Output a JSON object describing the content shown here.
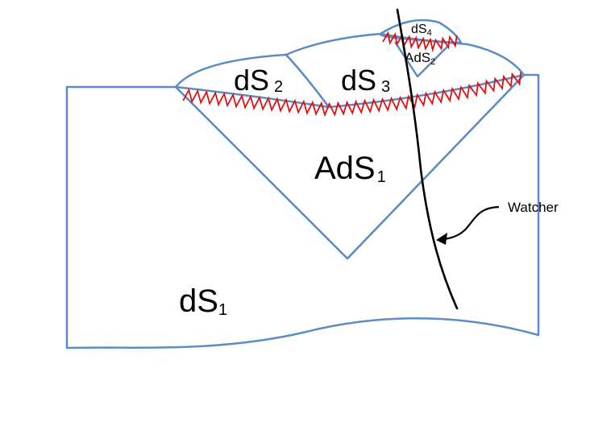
{
  "regions": {
    "ds1": {
      "base": "dS",
      "subscript": "1"
    },
    "ads1": {
      "base": "AdS",
      "subscript": "1"
    },
    "ds2": {
      "base": "dS",
      "subscript": "2"
    },
    "ds3": {
      "base": "dS",
      "subscript": "3"
    },
    "ds4": {
      "base": "dS",
      "subscript": "4"
    },
    "ads2": {
      "base": "AdS",
      "subscript": "2"
    }
  },
  "annotation": {
    "watcher_label": "Watcher"
  },
  "colors": {
    "outline": "#5b8cc6",
    "zigzag": "#e01010",
    "worldline": "#000000",
    "text": "#000000",
    "background": "#ffffff"
  }
}
